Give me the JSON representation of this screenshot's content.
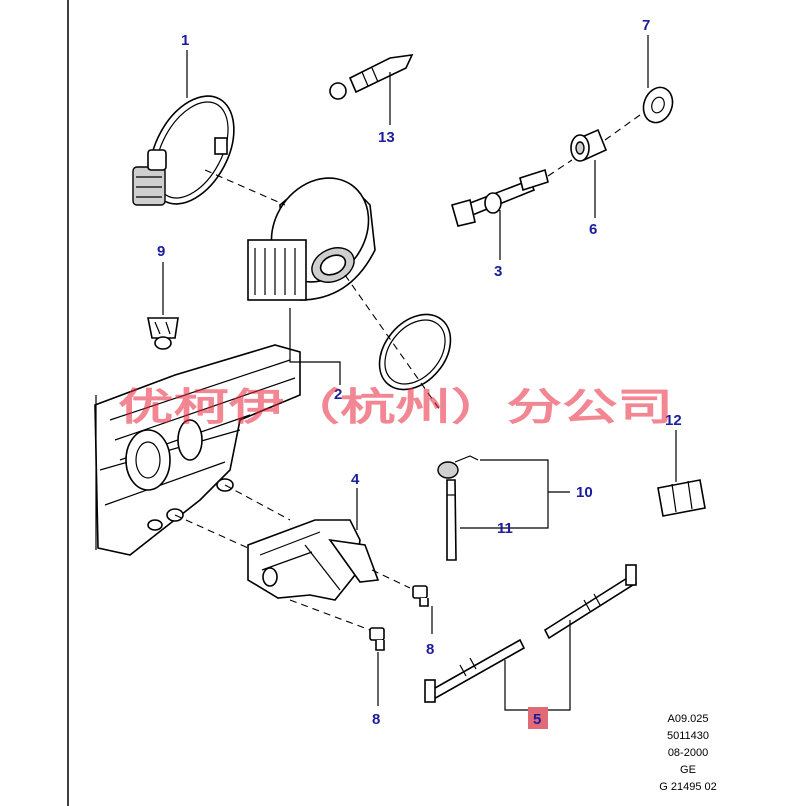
{
  "diagram": {
    "callouts": [
      {
        "id": "1",
        "label": "1"
      },
      {
        "id": "2",
        "label": "2"
      },
      {
        "id": "3",
        "label": "3"
      },
      {
        "id": "4",
        "label": "4"
      },
      {
        "id": "5",
        "label": "5"
      },
      {
        "id": "6",
        "label": "6"
      },
      {
        "id": "7",
        "label": "7"
      },
      {
        "id": "8a",
        "label": "8"
      },
      {
        "id": "8b",
        "label": "8"
      },
      {
        "id": "9",
        "label": "9"
      },
      {
        "id": "10",
        "label": "10"
      },
      {
        "id": "11",
        "label": "11"
      },
      {
        "id": "12",
        "label": "12"
      },
      {
        "id": "13",
        "label": "13"
      }
    ],
    "reference_block": [
      "A09.025",
      "5011430",
      "08-2000",
      "GE",
      "G 21495 02"
    ],
    "watermark": "优柯伊（杭州）分公司",
    "colors": {
      "callout_text": "#1c1c9c",
      "callout_highlight": "#e06a76",
      "watermark": "#e8253a",
      "line": "#000000"
    }
  }
}
